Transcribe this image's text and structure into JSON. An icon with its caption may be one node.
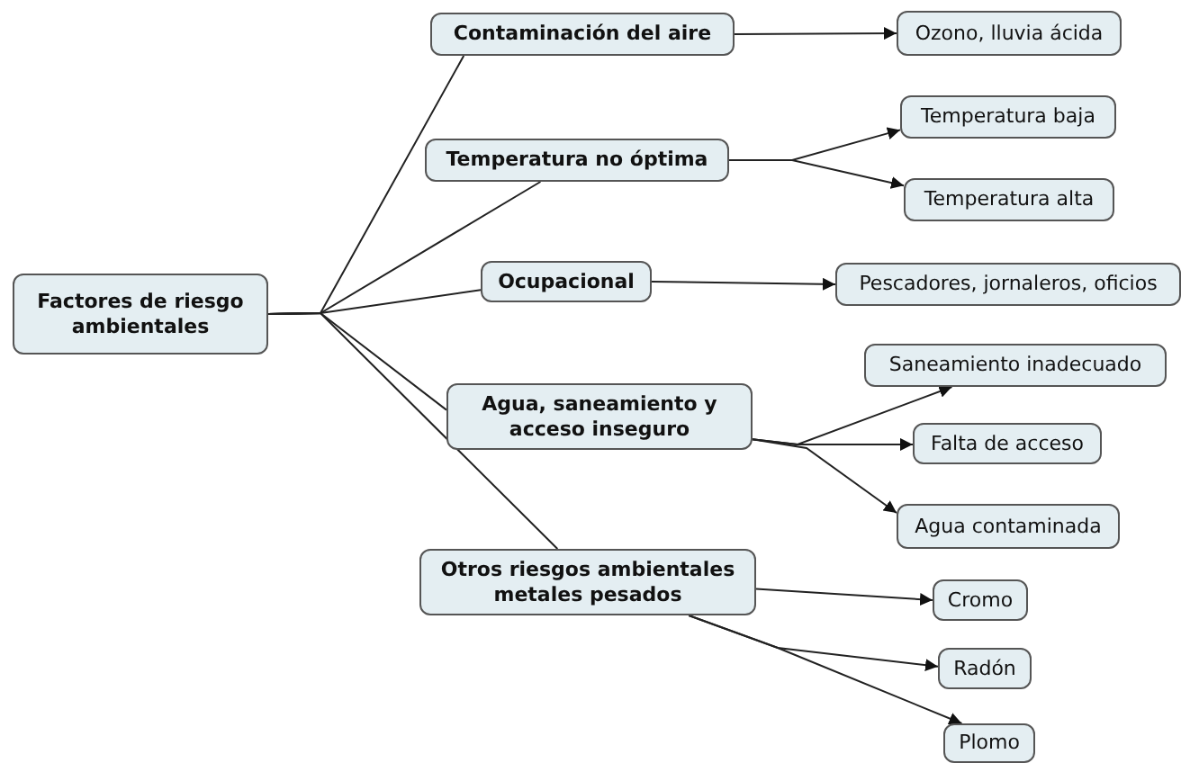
{
  "diagram": {
    "nodes": [
      {
        "text": [
          "Factores de riesgo ambientales"
        ]
      },
      {
        "text": [
          "Contaminación del aire"
        ]
      },
      {
        "text": [
          "Temperatura no óptima"
        ]
      },
      {
        "text": [
          "Ocupacional"
        ]
      },
      {
        "text": [
          "Agua, saneamiento y acceso inseguro"
        ]
      },
      {
        "text": [
          "Otros riesgos ambientales metales pesados"
        ]
      },
      {
        "text": [
          "Ozono, lluvia ácida"
        ]
      },
      {
        "text": [
          "Temperatura baja"
        ]
      },
      {
        "text": [
          "Temperatura alta"
        ]
      },
      {
        "text": [
          "Pescadores, jornaleros, oficios"
        ]
      },
      {
        "text": [
          "Saneamiento inadecuado"
        ]
      },
      {
        "text": [
          "Falta de acceso"
        ]
      },
      {
        "text": [
          "Agua contaminada"
        ]
      },
      {
        "text": [
          "Cromo"
        ]
      },
      {
        "text": [
          "Radón"
        ]
      },
      {
        "text": [
          "Plomo"
        ]
      }
    ],
    "edges": [
      {
        "from": 0,
        "to": 1,
        "arrow": "none"
      },
      {
        "from": 0,
        "to": 2,
        "arrow": "none"
      },
      {
        "from": 0,
        "to": 3,
        "arrow": "none"
      },
      {
        "from": 0,
        "to": 4,
        "arrow": "none"
      },
      {
        "from": 0,
        "to": 5,
        "arrow": "none"
      },
      {
        "from": 1,
        "to": 6,
        "arrow": "to"
      },
      {
        "from": 2,
        "to": 7,
        "arrow": "to"
      },
      {
        "from": 2,
        "to": 8,
        "arrow": "to"
      },
      {
        "from": 3,
        "to": 9,
        "arrow": "to"
      },
      {
        "from": 4,
        "to": 10,
        "arrow": "to"
      },
      {
        "from": 4,
        "to": 11,
        "arrow": "to"
      },
      {
        "from": 4,
        "to": 12,
        "arrow": "to"
      },
      {
        "from": 5,
        "to": 13,
        "arrow": "to"
      },
      {
        "from": 5,
        "to": 14,
        "arrow": "to"
      },
      {
        "from": 5,
        "to": 15,
        "arrow": "to"
      }
    ]
  }
}
